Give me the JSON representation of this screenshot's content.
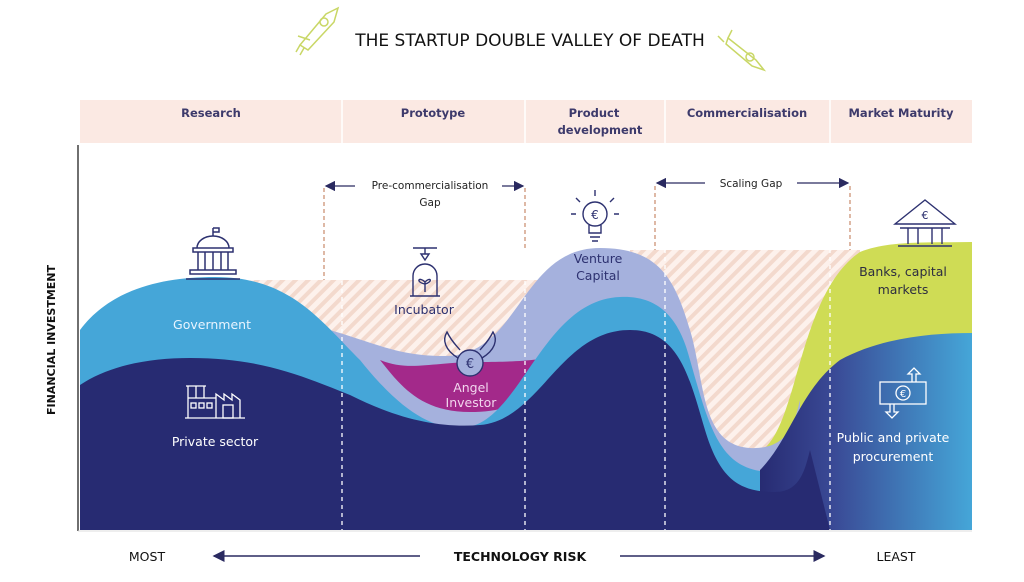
{
  "title": "THE STARTUP DOUBLE VALLEY OF DEATH",
  "stages": [
    "Research",
    "Prototype",
    "Product",
    "development",
    "Commercialisation",
    "Market Maturity"
  ],
  "gaps": {
    "pre_commercialisation": [
      "Pre-commercialisation",
      "Gap"
    ],
    "scaling": "Scaling Gap"
  },
  "funding_sources": {
    "government": "Government",
    "private_sector": "Private sector",
    "incubator": "Incubator",
    "angel": [
      "Angel",
      "Investor"
    ],
    "venture": [
      "Venture",
      "Capital"
    ],
    "banks": [
      "Banks, capital",
      "markets"
    ],
    "procurement": [
      "Public and private",
      "procurement"
    ]
  },
  "y_axis_label": "FINANCIAL INVESTMENT",
  "x_axis": {
    "left": "MOST",
    "center": "TECHNOLOGY RISK",
    "right": "LEAST"
  },
  "colors": {
    "navy": "#272b72",
    "light_blue": "#45a6d8",
    "lavender": "#a5b1dd",
    "magenta": "#a3298a",
    "green": "#cfdc55",
    "header_bg": "#fbe9e3"
  }
}
